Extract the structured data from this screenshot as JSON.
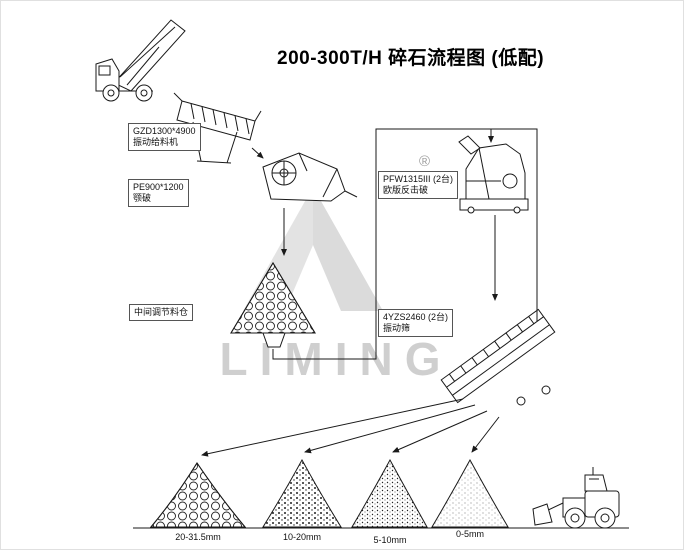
{
  "title": "200-300T/H  碎石流程图 (低配)",
  "watermark": {
    "brand": "LIMING",
    "registered_mark": "®"
  },
  "equipment_labels": {
    "feeder": {
      "model": "GZD1300*4900",
      "name": "振动给料机"
    },
    "jaw_crusher": {
      "model": "PE900*1200",
      "name": "颚破"
    },
    "surge_bin": {
      "name": "中间调节料仓"
    },
    "impact_crusher": {
      "model": "PFW1315III (2台)",
      "name": "欧版反击破"
    },
    "vibrating_screen": {
      "model": "4YZS2460 (2台)",
      "name": "振动筛"
    }
  },
  "outputs": [
    {
      "label": "20-31.5mm"
    },
    {
      "label": "10-20mm"
    },
    {
      "label": "5-10mm"
    },
    {
      "label": "0-5mm"
    }
  ],
  "illustrations": [
    "dump-truck-illustration",
    "vibrating-feeder-illustration",
    "jaw-crusher-illustration",
    "stockpile-illustration",
    "impact-crusher-illustration",
    "vibrating-screen-illustration",
    "output-pile-illustration",
    "wheel-loader-illustration"
  ],
  "colors": {
    "line": "#1a1a1a",
    "watermark": "#c9c9c9",
    "background": "#ffffff"
  }
}
